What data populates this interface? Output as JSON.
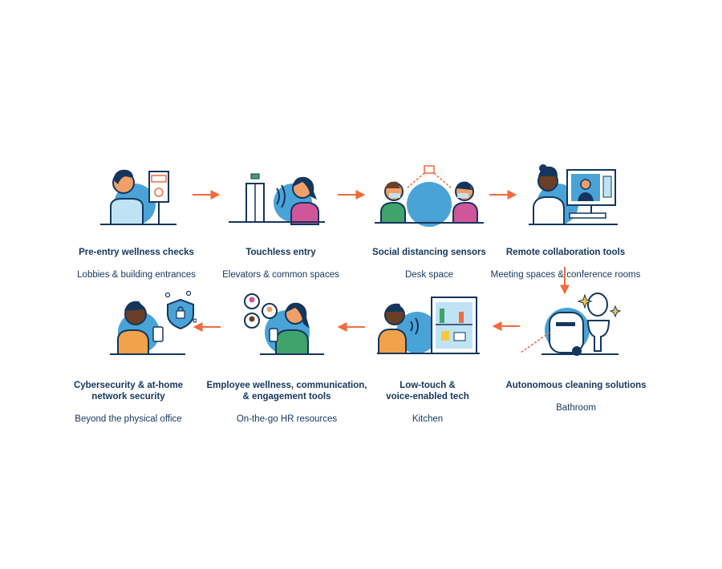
{
  "colors": {
    "navy": "#14365d",
    "blue": "#4aa3d6",
    "orange": "#f26a3d",
    "pink": "#d0569a",
    "green": "#3fa36b",
    "skin": "#f0a066",
    "yellow": "#f5c842"
  },
  "steps": [
    {
      "title": "Pre-entry wellness checks",
      "subtitle": "Lobbies & building entrances"
    },
    {
      "title": "Touchless entry",
      "subtitle": "Elevators & common spaces"
    },
    {
      "title": "Social distancing sensors",
      "subtitle": "Desk space"
    },
    {
      "title": "Remote collaboration tools",
      "subtitle": "Meeting spaces & conference rooms"
    },
    {
      "title": "Autonomous cleaning solutions",
      "subtitle": "Bathroom"
    },
    {
      "title": "Low-touch &\nvoice-enabled tech",
      "subtitle": "Kitchen"
    },
    {
      "title": "Employee wellness, communication,\n& engagement tools",
      "subtitle": "On-the-go HR resources"
    },
    {
      "title": "Cybersecurity & at-home\nnetwork security",
      "subtitle": "Beyond the physical office"
    }
  ],
  "icons": [
    "wellness-check-icon",
    "touchless-entry-icon",
    "distancing-sensor-icon",
    "remote-collaboration-icon",
    "cleaning-robot-icon",
    "voice-fridge-icon",
    "employee-app-icon",
    "cybersecurity-icon"
  ]
}
